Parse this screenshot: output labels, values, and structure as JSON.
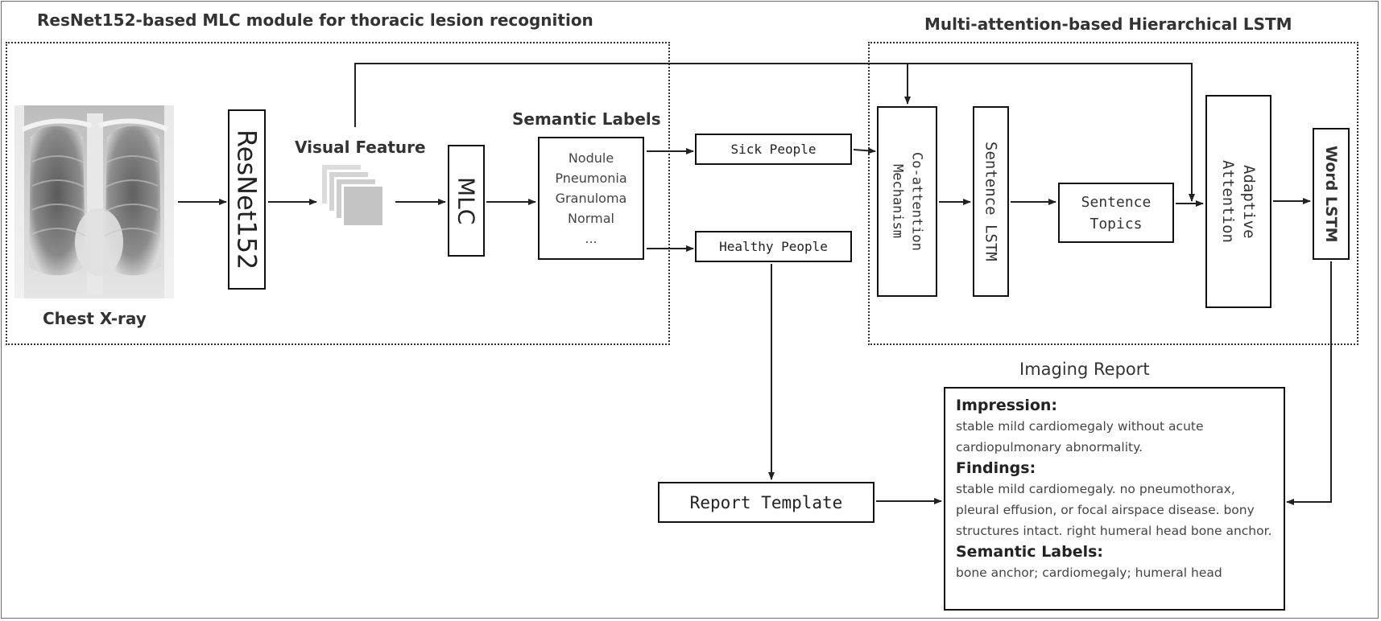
{
  "titles": {
    "left": "ResNet152-based MLC module for thoracic lesion recognition",
    "right": "Multi-attention-based  Hierarchical LSTM"
  },
  "nodes": {
    "chest_xray": "Chest X-ray",
    "resnet": "ResNet152",
    "visual_feature": "Visual Feature",
    "mlc": "MLC",
    "semantic_labels_title": "Semantic Labels",
    "semantic_labels_items": [
      "Nodule",
      "Pneumonia",
      "Granuloma",
      "Normal",
      "..."
    ],
    "sick_people": "Sick People",
    "healthy_people": "Healthy People",
    "co_attention": "Co-attention Mechanism",
    "sentence_lstm": "Sentence LSTM",
    "sentence_topics": "Sentence Topics",
    "adaptive_attention": "Adaptive Attention",
    "word_lstm": "Word LSTM",
    "report_template": "Report Template"
  },
  "report": {
    "title": "Imaging Report",
    "impression_heading": "Impression:",
    "impression_text": "stable mild cardiomegaly without acute cardiopulmonary abnormality.",
    "findings_heading": "Findings:",
    "findings_text": "stable mild cardiomegaly. no pneumothorax, pleural effusion, or focal airspace disease. bony structures intact. right humeral head bone anchor.",
    "labels_heading": "Semantic Labels:",
    "labels_text": "bone anchor; cardiomegaly; humeral head"
  }
}
